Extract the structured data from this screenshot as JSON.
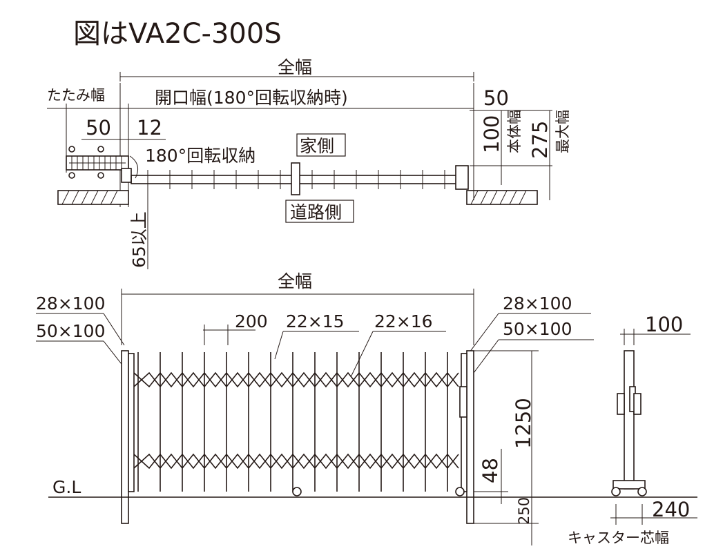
{
  "title": "図はVA2C-300S",
  "plan_view": {
    "overall_width": "全幅",
    "folded_width": "たたみ幅",
    "opening_width": "開口幅(180°回転収納時)",
    "dim_50_left": "50",
    "dim_12": "12",
    "rotation_storage": "180°回転収納",
    "house_side": "家側",
    "road_side": "道路側",
    "dim_65_min": "65以上",
    "dim_50_right": "50",
    "dim_100": "100",
    "body_width": "本体幅",
    "dim_275": "275",
    "max_width": "最大幅"
  },
  "front_view": {
    "overall_width": "全幅",
    "post_left_top": "28×100",
    "post_left_bottom": "50×100",
    "pitch": "200",
    "member_a": "22×15",
    "member_b": "22×16",
    "post_right_top": "28×100",
    "post_right_bottom": "50×100",
    "ground_line": "G.L",
    "height": "1250",
    "clearance": "48",
    "embed_depth": "250"
  },
  "side_view": {
    "depth": "100",
    "caster_span": "240",
    "caster_center_width": "キャスター芯幅"
  }
}
